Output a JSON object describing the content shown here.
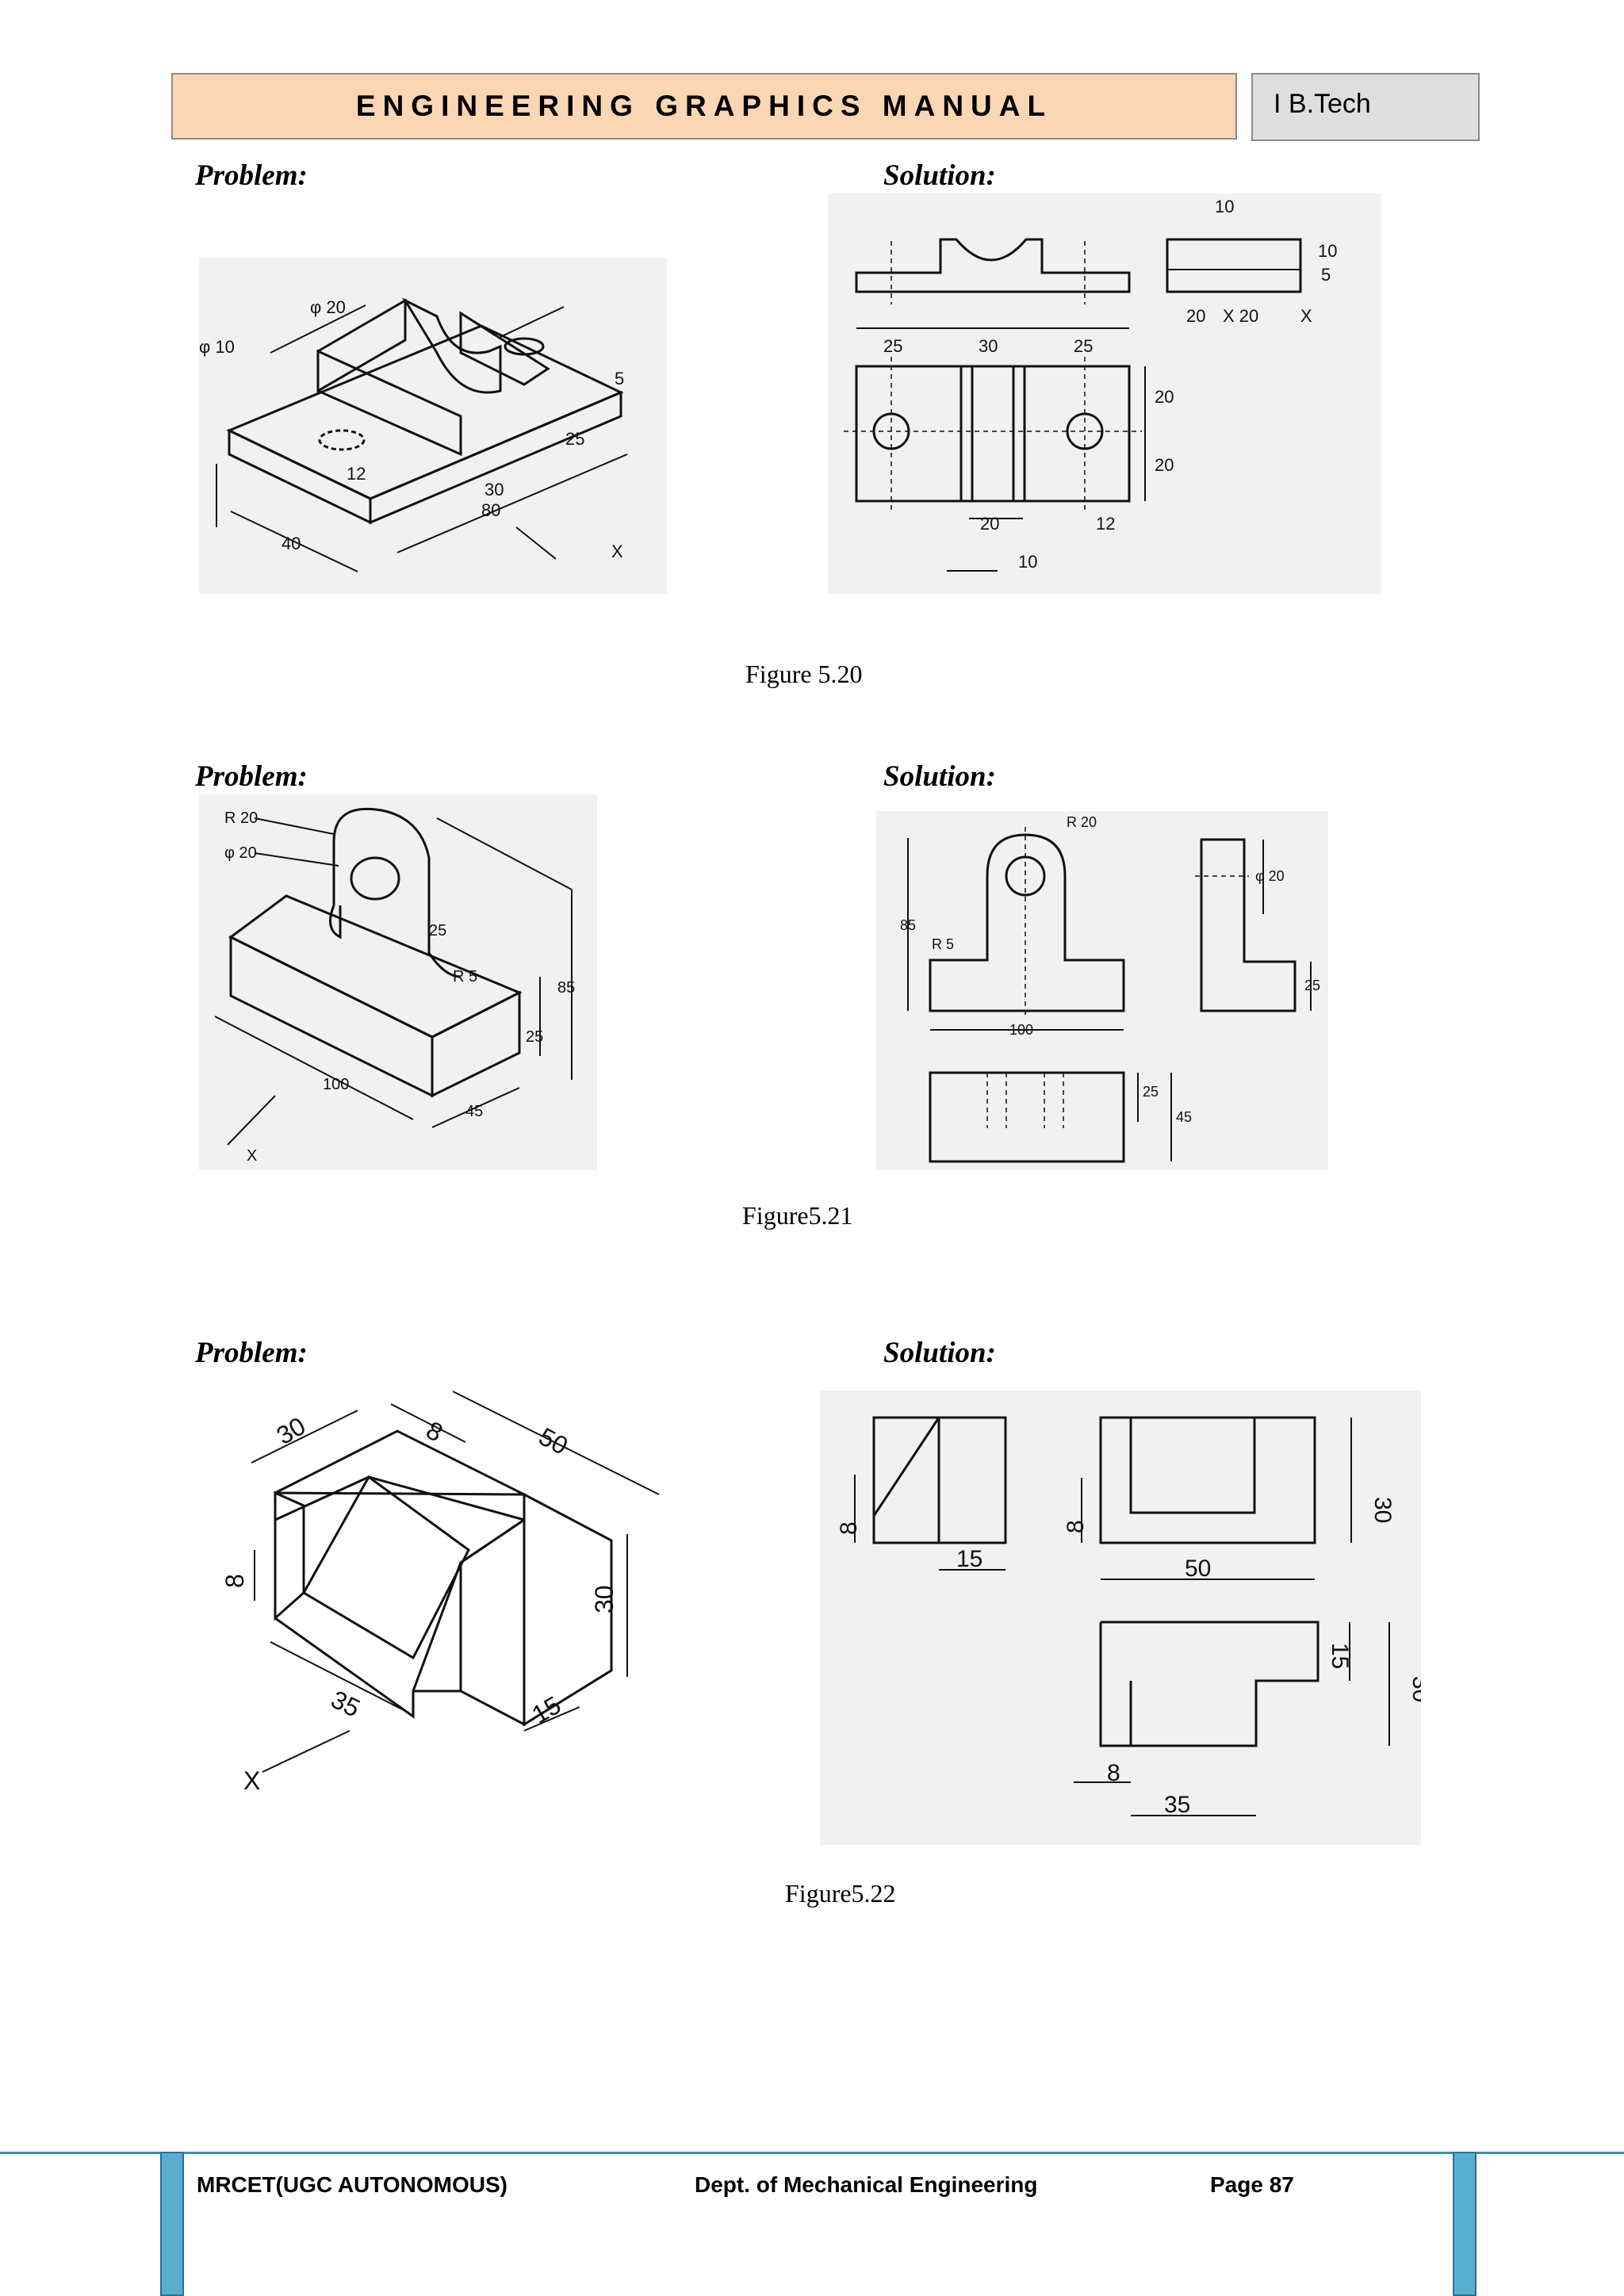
{
  "header": {
    "title": "ENGINEERING GRAPHICS MANUAL",
    "course": "I B.Tech"
  },
  "sections": [
    {
      "problem_label": "Problem:",
      "solution_label": "Solution:",
      "caption": "Figure  5.20"
    },
    {
      "problem_label": "Problem:",
      "solution_label": "Solution:",
      "caption": "Figure5.21"
    },
    {
      "problem_label": "Problem:",
      "solution_label": "Solution:",
      "caption": "Figure5.22"
    }
  ],
  "footer": {
    "institution": "MRCET(UGC AUTONOMOUS)",
    "department": "Dept. of Mechanical Engineering",
    "page": "Page 87"
  }
}
